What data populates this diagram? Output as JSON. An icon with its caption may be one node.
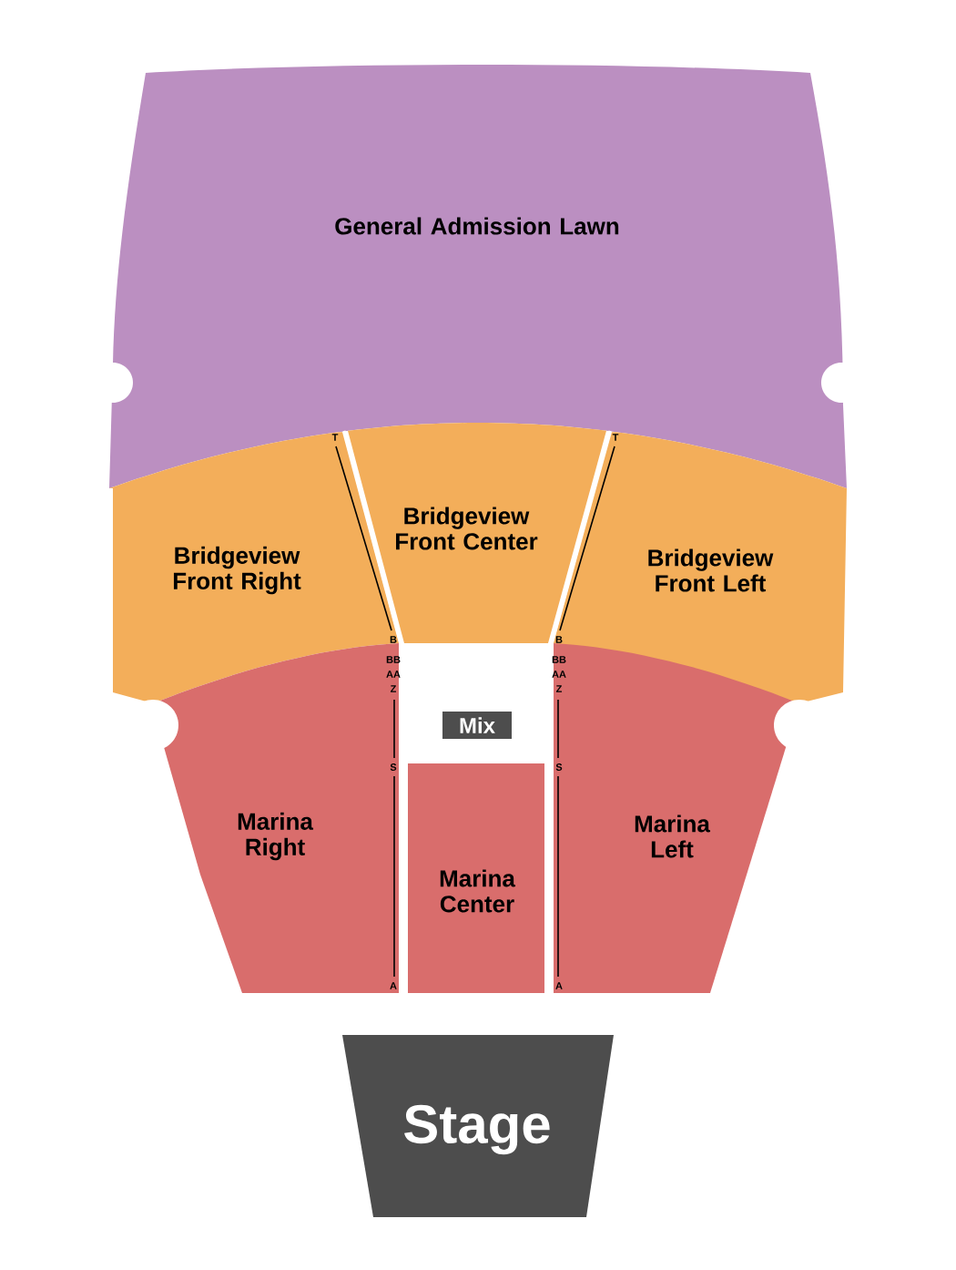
{
  "diagram": {
    "nodes": [
      {
        "text": [
          "General Admission Lawn"
        ]
      },
      {
        "text": [
          "Bridgeview Front Right"
        ]
      },
      {
        "text": [
          "Bridgeview Front Center"
        ]
      },
      {
        "text": [
          "Bridgeview Front Left"
        ]
      },
      {
        "text": [
          "Mix"
        ]
      },
      {
        "text": [
          "Marina Right"
        ]
      },
      {
        "text": [
          "Marina Center"
        ]
      },
      {
        "text": [
          "Marina Left"
        ]
      },
      {
        "text": [
          "Stage"
        ]
      }
    ],
    "labels": [
      "T",
      "T",
      "B",
      "B",
      "BB",
      "BB",
      "AA",
      "AA",
      "Z",
      "Z",
      "S",
      "S",
      "A",
      "A"
    ]
  }
}
